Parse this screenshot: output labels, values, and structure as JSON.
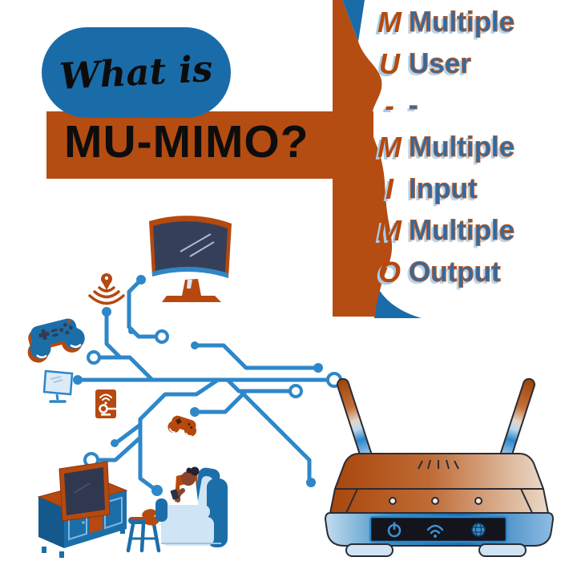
{
  "header": {
    "badge_text": "What is",
    "title": "MU-MIMO?"
  },
  "acronym": {
    "rows": [
      {
        "letter": "M",
        "word": "Multiple"
      },
      {
        "letter": "U",
        "word": "User"
      },
      {
        "letter": "-",
        "word": "-"
      },
      {
        "letter": "M",
        "word": "Multiple"
      },
      {
        "letter": "I",
        "word": "Input"
      },
      {
        "letter": "M",
        "word": "Multiple"
      },
      {
        "letter": "O",
        "word": "Output"
      }
    ]
  },
  "colors": {
    "orange": "#b54c12",
    "deep_orange": "#a8470c",
    "blue": "#1c6ea9",
    "circuit_blue": "#2e87c8",
    "light_blue": "#cfe4f4",
    "shadow_blue": "#a9cbe6",
    "word_blue": "#2b6ba8",
    "screen_navy": "#343c56",
    "panel_dark": "#14141c",
    "text_black": "#0d0d0d"
  },
  "icons": [
    "wifi-signal-icon",
    "game-controller-icon",
    "desktop-monitor-icon",
    "smart-lock-icon",
    "small-game-controller-icon",
    "gaming-monitor-icon",
    "tv-stand-icon",
    "stool-icon",
    "person-on-couch-icon",
    "circuit-traces",
    "router-icon",
    "power-icon",
    "wifi-icon",
    "globe-icon"
  ]
}
